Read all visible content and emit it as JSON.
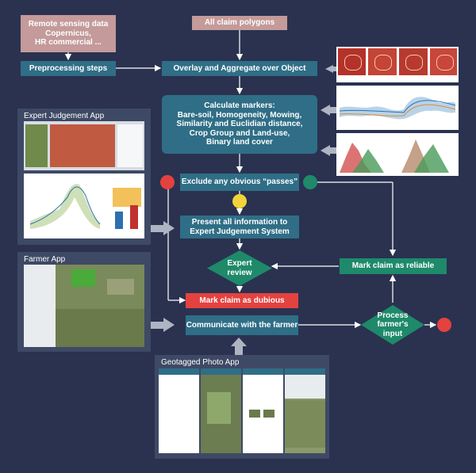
{
  "nodes": {
    "remote_sensing": "Remote sensing data\nCopernicus,\nHR commercial ...",
    "claim_polygons": "All claim polygons",
    "preprocessing": "Preprocessing steps",
    "overlay": "Overlay and Aggregate over Object",
    "markers": "Calculate markers:\nBare-soil, Homogeneity, Mowing,\nSimilarity and Euclidian distance,\nCrop Group and Land-use,\nBinary land cover",
    "exclude": "Exclude any obvious “passes”",
    "present": "Present all information to\nExpert Judgement System",
    "expert_review": "Expert\nreview",
    "mark_reliable": "Mark claim as reliable",
    "mark_dubious": "Mark claim as dubious",
    "communicate": "Communicate with the farmer",
    "process_input": "Process\nfarmer's\ninput"
  },
  "panels": {
    "expert_app": "Expert Judgement App",
    "farmer_app": "Farmer App",
    "photo_app": "Geotagged Photo App"
  },
  "colors": {
    "background": "#2a3250",
    "process": "#2f6e86",
    "input": "#c49a9a",
    "dubious": "#e4423f",
    "reliable": "#1e8a6a",
    "decision_dot": "#f2d43a"
  }
}
